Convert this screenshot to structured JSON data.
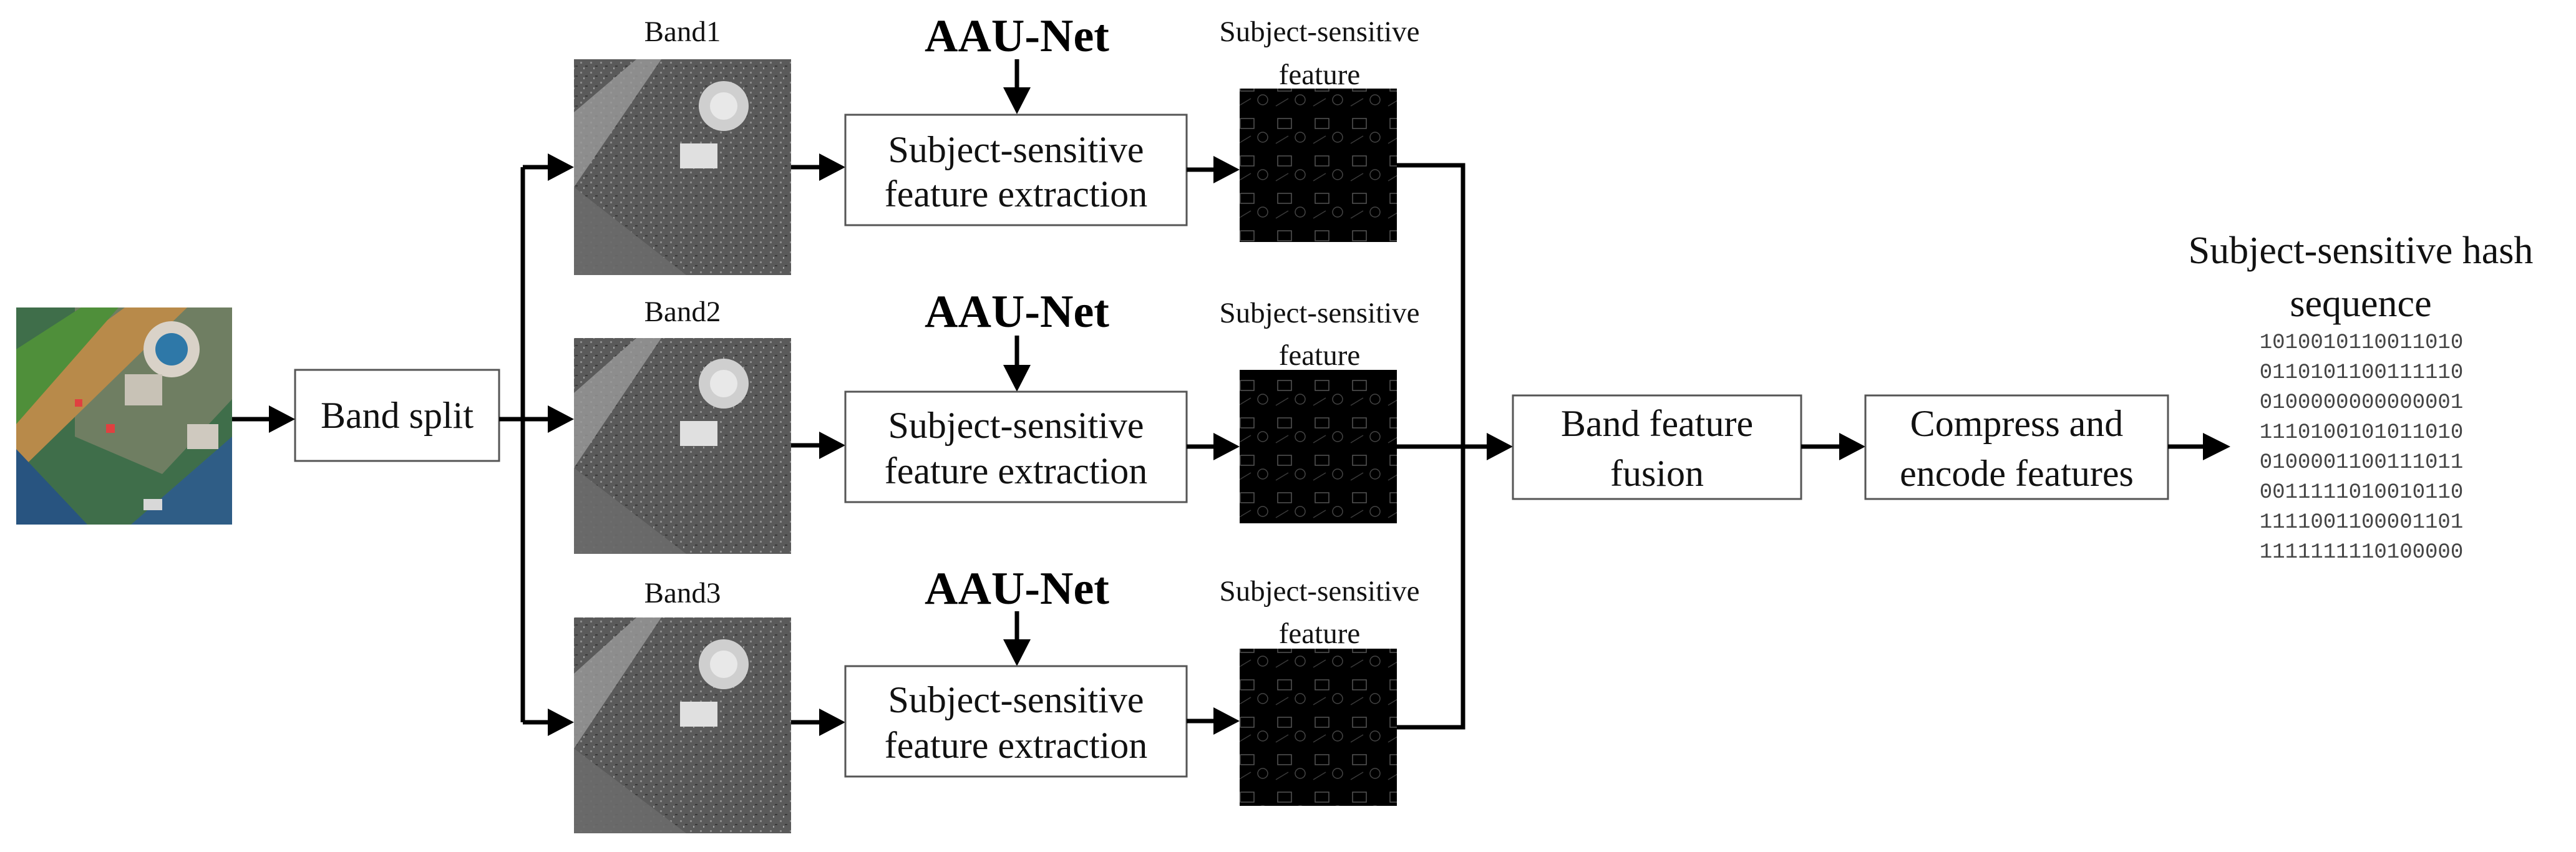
{
  "input": {
    "image": "satellite-rgb-image"
  },
  "band_split": {
    "label": "Band split"
  },
  "bands": [
    {
      "label": "Band1",
      "network": "AAU-Net",
      "process_lines": [
        "Subject-sensitive",
        "feature extraction"
      ],
      "feature_lines": [
        "Subject-sensitive",
        "feature"
      ]
    },
    {
      "label": "Band2",
      "network": "AAU-Net",
      "process_lines": [
        "Subject-sensitive",
        "feature extraction"
      ],
      "feature_lines": [
        "Subject-sensitive",
        "feature"
      ]
    },
    {
      "label": "Band3",
      "network": "AAU-Net",
      "process_lines": [
        "Subject-sensitive",
        "feature extraction"
      ],
      "feature_lines": [
        "Subject-sensitive",
        "feature"
      ]
    }
  ],
  "fusion": {
    "lines": [
      "Band feature",
      "fusion"
    ]
  },
  "compress": {
    "lines": [
      "Compress and",
      "encode features"
    ]
  },
  "output": {
    "title_lines": [
      "Subject-sensitive hash",
      "sequence"
    ],
    "bits": [
      "1010010110011010",
      "0110101100111110",
      "0100000000000001",
      "1110100101011010",
      "0100001100111011",
      "0011111010010110",
      "1111001100001101",
      "1111111110100000"
    ]
  }
}
